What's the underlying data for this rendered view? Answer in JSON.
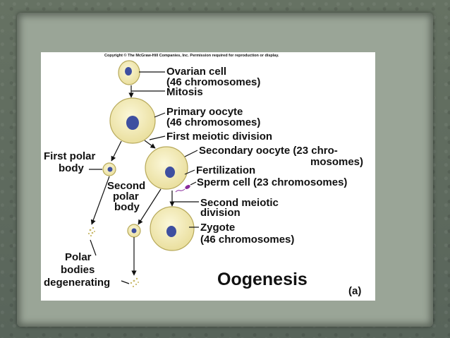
{
  "copyright": "Copyright © The McGraw-Hill Companies, Inc. Permission required for reproduction or display.",
  "labels": {
    "ovarian_cell": "Ovarian cell",
    "ovarian_chrom": "(46 chromosomes)",
    "mitosis": "Mitosis",
    "primary_oocyte": "Primary oocyte",
    "primary_chrom": "(46 chromosomes)",
    "first_meiotic": "First meiotic division",
    "secondary_oocyte_1": "Secondary oocyte (23 chro-",
    "secondary_oocyte_2": "mosomes)",
    "first_polar_1": "First polar",
    "first_polar_2": "body",
    "fertilization": "Fertilization",
    "sperm_cell": "Sperm cell (23 chromosomes)",
    "second_polar_1": "Second",
    "second_polar_2": "polar",
    "second_polar_3": "body",
    "second_meiotic_1": "Second meiotic",
    "second_meiotic_2": "division",
    "zygote": "Zygote",
    "zygote_chrom": "(46 chromosomes)",
    "polar_deg_1": "Polar",
    "polar_deg_2": "bodies",
    "polar_deg_3": "degenerating",
    "title": "Oogenesis",
    "panel_letter": "(a)"
  },
  "colors": {
    "cell_fill": "#f4eec0",
    "cell_stroke": "#b7a95a",
    "nucleus": "#3e4fa0",
    "sperm": "#8a2c9c"
  }
}
